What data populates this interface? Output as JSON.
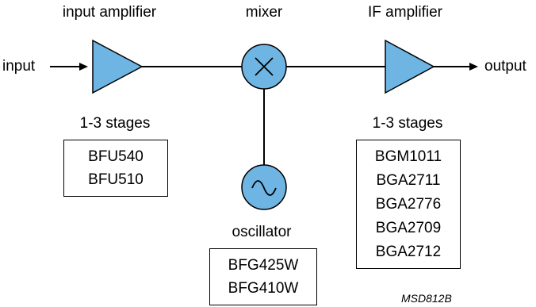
{
  "labels": {
    "input_amplifier": "input amplifier",
    "mixer": "mixer",
    "if_amplifier": "IF amplifier",
    "input": "input",
    "output": "output",
    "oscillator": "oscillator",
    "input_stages": "1-3 stages",
    "if_stages": "1-3 stages",
    "figure_code": "MSD812B"
  },
  "input_amp_parts": [
    "BFU540",
    "BFU510"
  ],
  "oscillator_parts": [
    "BFG425W",
    "BFG410W"
  ],
  "if_amp_parts": [
    "BGM1011",
    "BGA2711",
    "BGA2776",
    "BGA2709",
    "BGA2712"
  ],
  "colors": {
    "component_fill": "#6fb5e3",
    "line": "#000000"
  }
}
